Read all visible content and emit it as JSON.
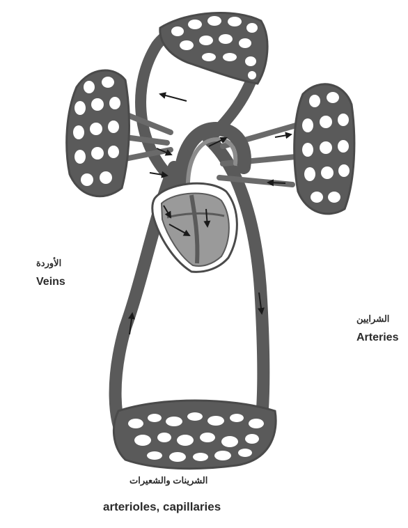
{
  "labels": {
    "veins_ar": "الأوردة",
    "veins_en": "Veins",
    "arteries_ar": "الشرايين",
    "arteries_en": "Arteries",
    "capillaries_ar": "الشرينات والشعيرات",
    "capillaries_en": "arterioles, capillaries"
  },
  "colors": {
    "vessel": "#5a5a5a",
    "vessel_light": "#8c8c8c",
    "bed_fill": "#ffffff",
    "heart_fill": "#9a9a9a",
    "arrow": "#1a1a1a",
    "text": "#2b2b2b"
  }
}
